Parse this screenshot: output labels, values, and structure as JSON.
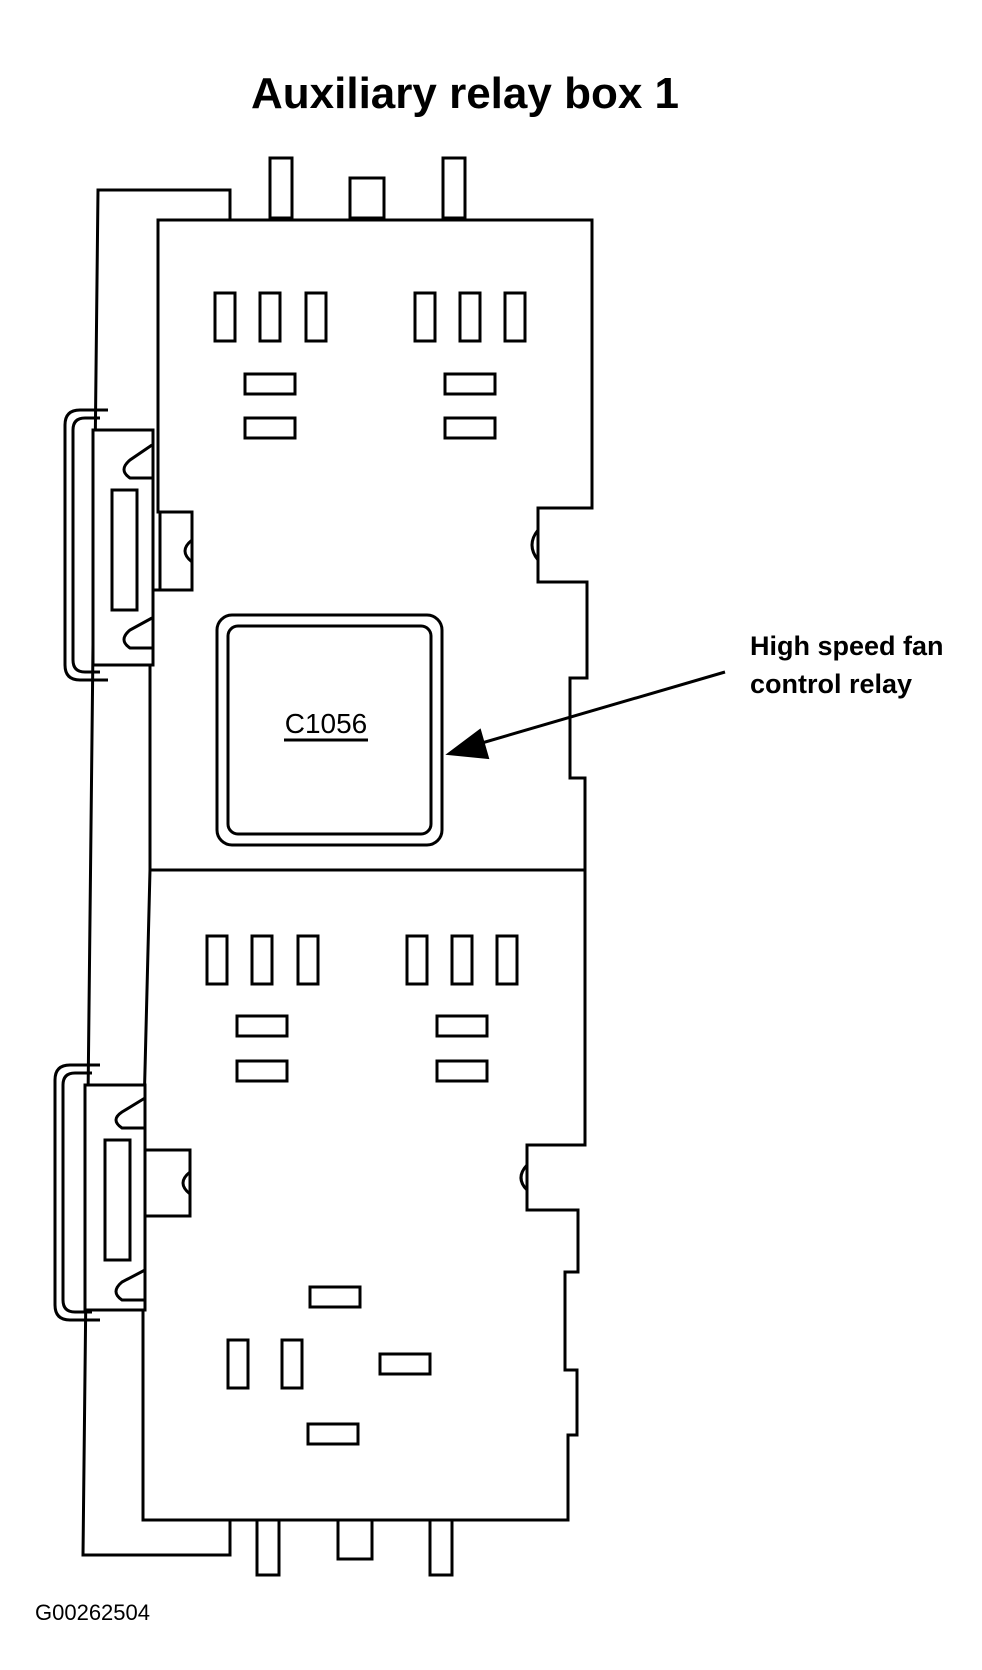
{
  "diagram": {
    "title": "Auxiliary relay box 1",
    "relay_label": "C1056",
    "callout_line_1": "High speed fan",
    "callout_line_2": "control relay",
    "figure_id": "G00262504"
  },
  "colors": {
    "ink": "#000000",
    "paper": "#ffffff"
  }
}
